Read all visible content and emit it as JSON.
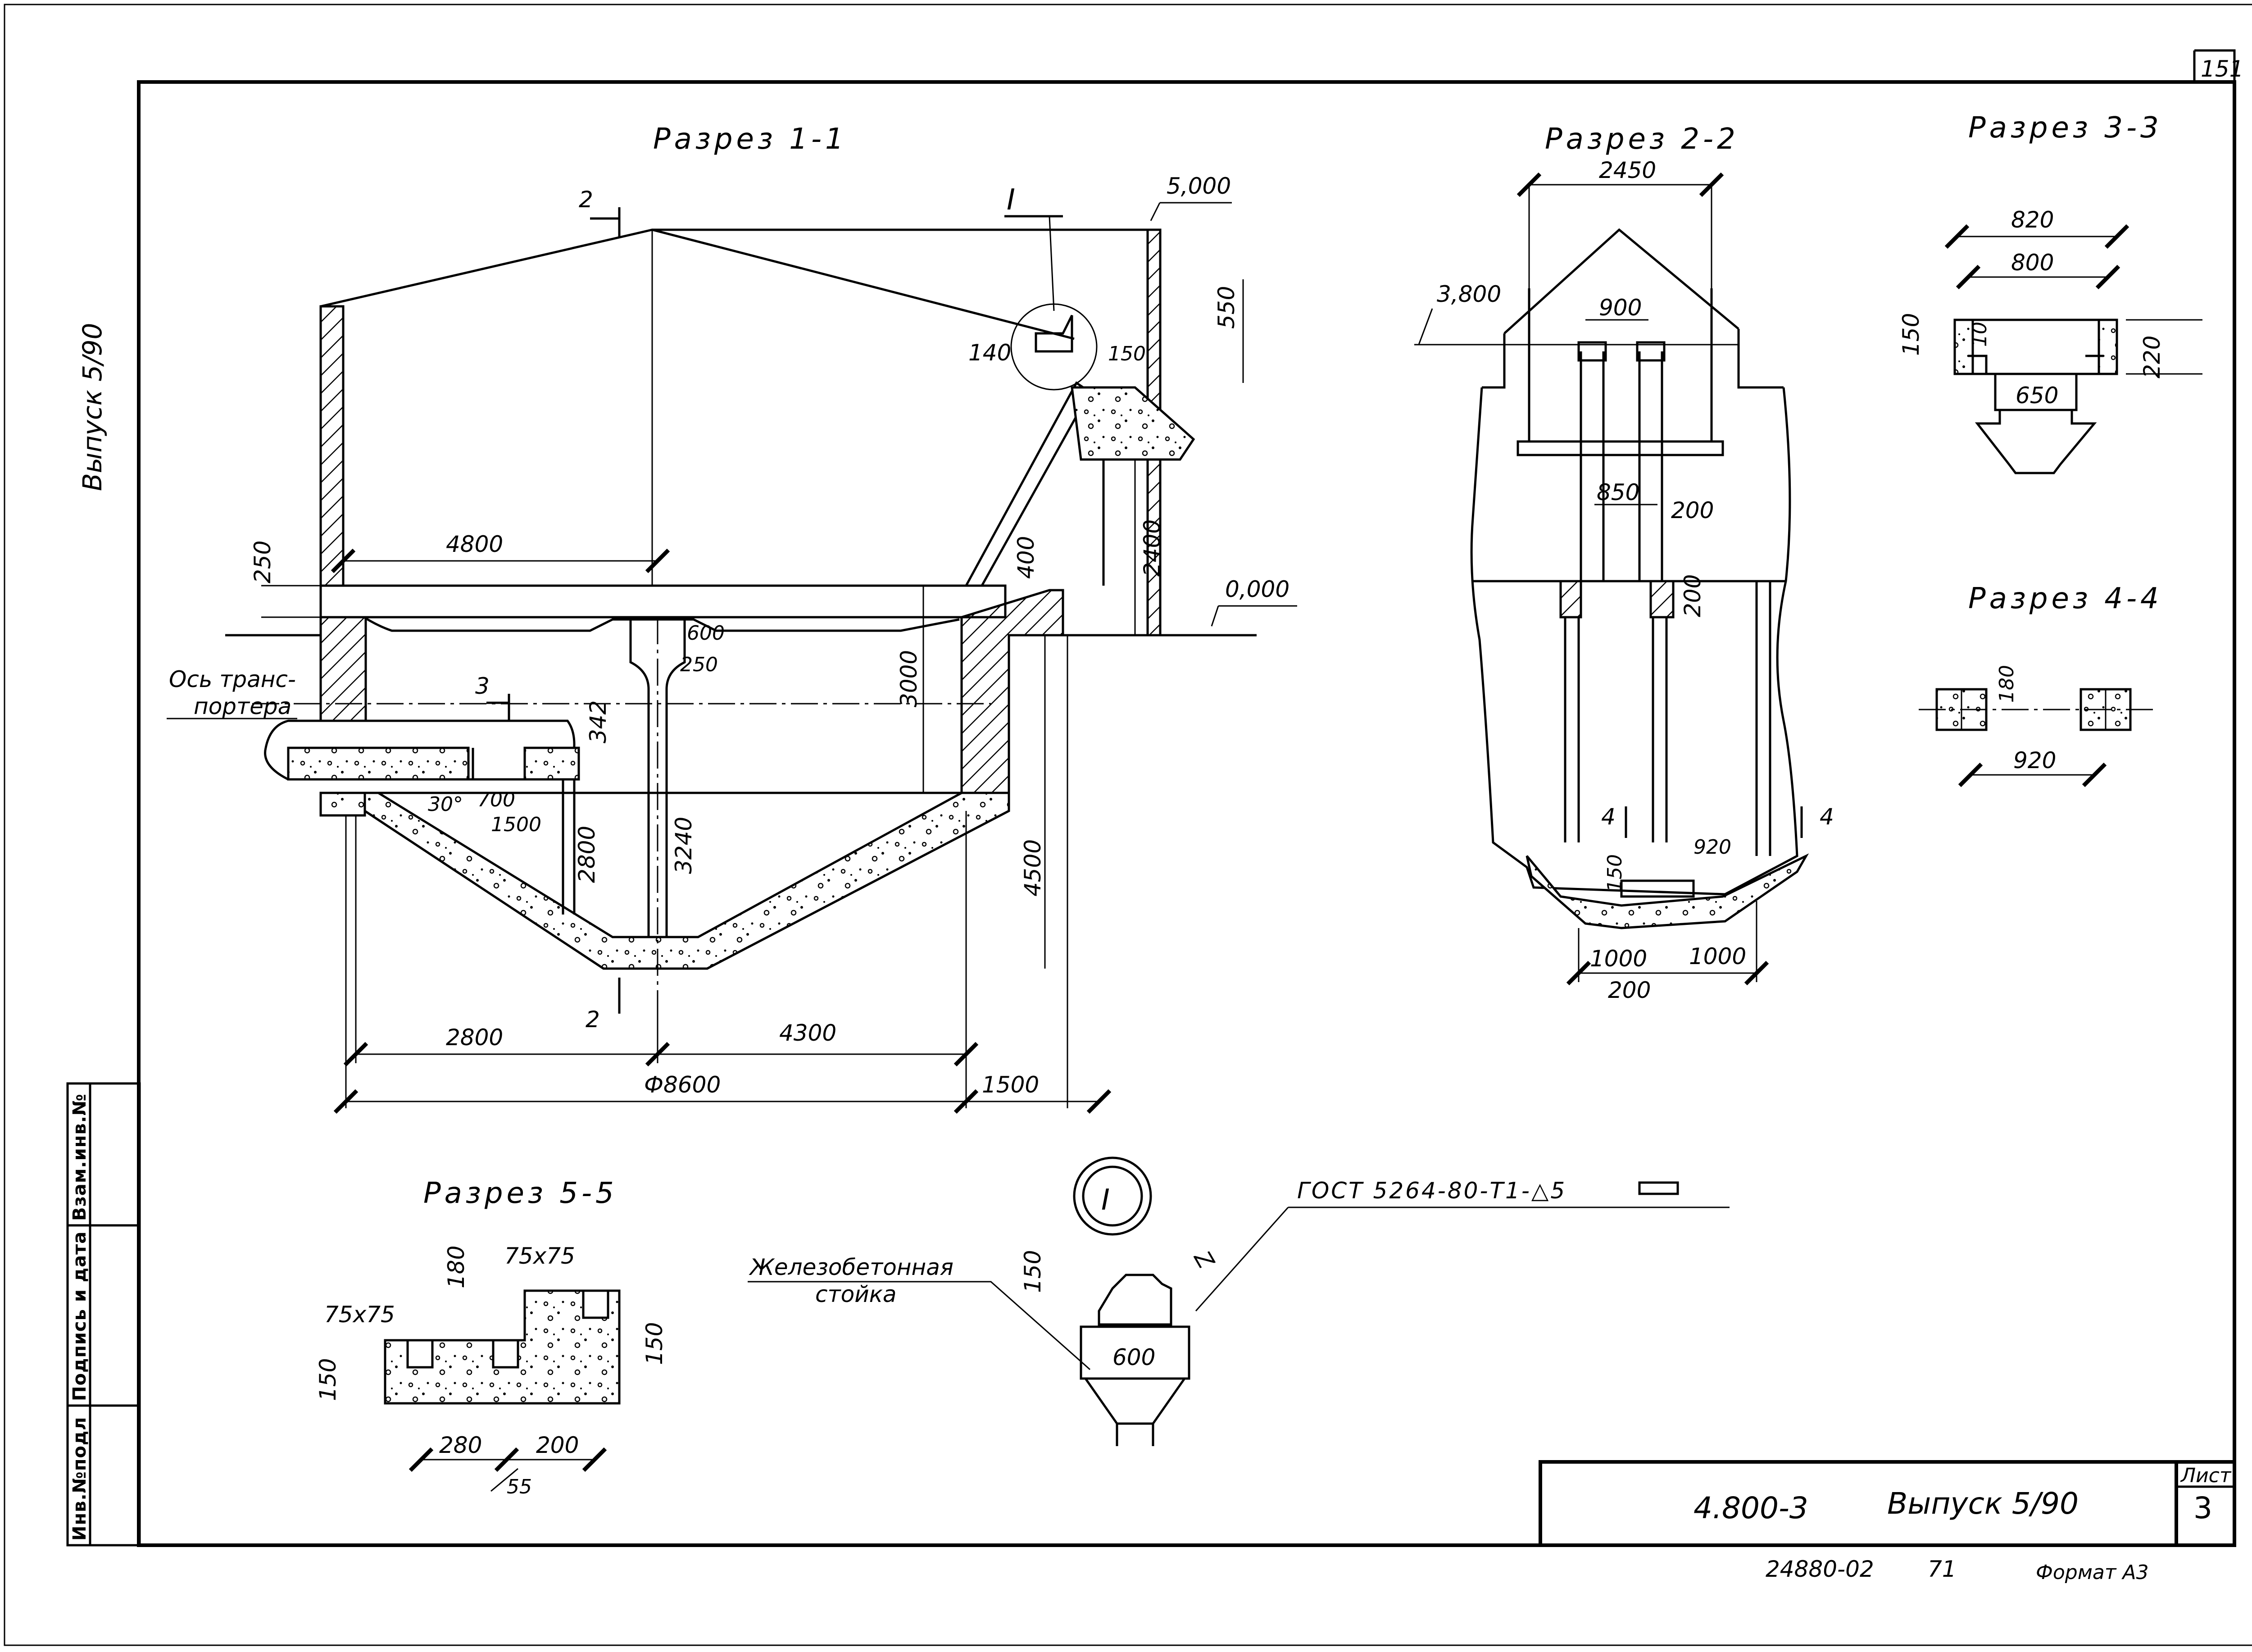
{
  "sheet": {
    "page_number": "151",
    "side_label": "Выпуск 5/90",
    "title_block": {
      "code": "4.800-3",
      "issue": "Выпуск 5/90",
      "sheet_label": "Лист",
      "sheet_no": "3"
    },
    "footer": {
      "archive_no": "24880-02",
      "copy_no": "71",
      "format": "Формат А3"
    },
    "stamp_columns": [
      "Инв.№подл",
      "Подпись и дата",
      "Взам.инв.№"
    ]
  },
  "section_1_1": {
    "title": "Разрез 1-1",
    "dims": {
      "d4800": "4800",
      "d250": "250",
      "d600": "600",
      "d250b": "250",
      "d342": "342",
      "d3000": "3000",
      "d2800": "2800",
      "d3240": "3240",
      "d4500": "4500",
      "d700": "700",
      "d1500": "1500",
      "deg30": "30°",
      "d400": "400",
      "d2400": "2400",
      "d550": "550",
      "d140": "140",
      "d150": "150",
      "b2800": "2800",
      "b4300": "4300",
      "phi8600": "Ф8600",
      "b1500": "1500"
    },
    "levels": {
      "top": "5,000",
      "zero": "0,000"
    },
    "marks": {
      "cut2_top": "2",
      "cut2_bottom": "2",
      "cut3": "3",
      "node": "I"
    },
    "conveyor_axis": [
      "Ось транс-",
      "портера"
    ]
  },
  "section_2_2": {
    "title": "Разрез 2-2",
    "dims": {
      "d2450": "2450",
      "d900": "900",
      "d850": "850",
      "d200": "200",
      "d200b": "200",
      "d920": "920",
      "d150": "150",
      "d1000a": "1000",
      "d1000b": "1000",
      "d200c": "200"
    },
    "levels": {
      "roof": "3,800"
    },
    "marks": {
      "cut4_left": "4",
      "cut4_right": "4"
    }
  },
  "section_3_3": {
    "title": "Разрез 3-3",
    "dims": {
      "d820": "820",
      "d800": "800",
      "d150": "150",
      "d10": "10",
      "d220": "220",
      "d650": "650"
    }
  },
  "section_4_4": {
    "title": "Разрез 4-4",
    "dims": {
      "d180": "180",
      "d920": "920"
    }
  },
  "section_5_5": {
    "title": "Разрез 5-5",
    "dims": {
      "angle_a": "75x75",
      "angle_b": "75x75",
      "d180": "180",
      "d150a": "150",
      "d150b": "150",
      "d280": "280",
      "d200": "200",
      "d55": "55"
    }
  },
  "node_I": {
    "mark": "I",
    "gost": "ГОСТ 5264-80-Т1-△5",
    "label": [
      "Железобетонная",
      "стойка"
    ],
    "dims": {
      "d150": "150",
      "d600": "600",
      "weld": "Z"
    }
  }
}
